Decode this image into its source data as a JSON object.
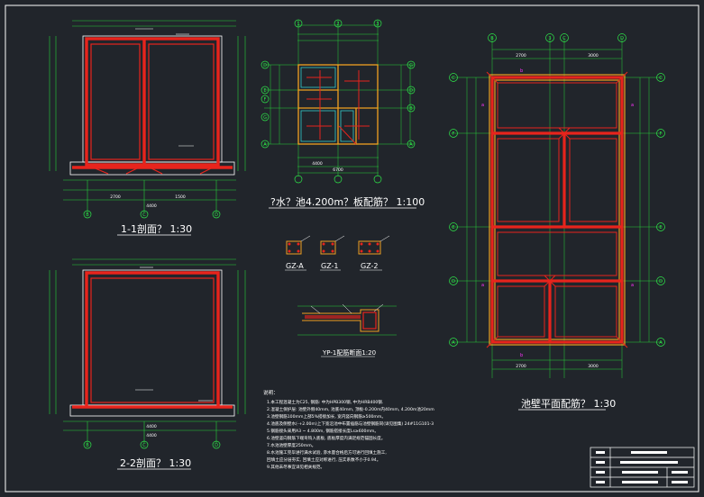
{
  "colors": {
    "background": "#21252b",
    "frame": "#ffffff",
    "rebar": "#e8241c",
    "concrete": "#f0a020",
    "dimension": "#26d13a",
    "axis": "#2ee84a",
    "text": "#ffffff",
    "magenta": "#ff33ff",
    "cyan": "#33cccc"
  },
  "titles": {
    "section_1": "1-1剖面？ 1:30",
    "section_2": "2-2剖面？ 1:30",
    "top_plan": "?水？池4.200m？板配筋？ 1:100",
    "wall_plan": "池壁平面配筋？ 1:30",
    "beam_detail": "YP-1配筋断面1:20"
  },
  "column_labels": [
    "GZ-A",
    "GZ-1",
    "GZ-2"
  ],
  "axes": {
    "section_1": [
      "B",
      "C",
      "D"
    ],
    "section_2": [
      "B",
      "C",
      "D"
    ],
    "top_plan_top": [
      "1",
      "2",
      "3"
    ],
    "top_plan_left": [
      "D",
      "E",
      "F",
      "G",
      "A"
    ],
    "top_plan_right": [
      "G",
      "D",
      "B",
      "A"
    ],
    "wall_plan_top": [
      "B",
      "3",
      "C",
      "D"
    ],
    "wall_plan_left": [
      "C",
      "F",
      "E",
      "D",
      "A"
    ],
    "wall_plan_right": [
      "C",
      "F",
      "E",
      "D",
      "A"
    ]
  },
  "dims": {
    "section_1_bottom": [
      "2700",
      "1500",
      "4400"
    ],
    "section_2_bottom": [
      "4400",
      "4400"
    ],
    "top_plan_bottom": [
      "4400",
      "6700"
    ],
    "wall_plan_top": [
      "2700",
      "3000"
    ],
    "wall_plan_bottom": [
      "2700",
      "3000"
    ]
  },
  "notes": {
    "heading": "说明：",
    "lines": [
      "1.本工程混凝土为C25, 钢筋: 中为HPB300钢, 中为HRB400钢.",
      "2.混凝土保护层: 池壁外侧40mm, 池底40mm, 顶板-0.200m内40mm, 4.200m池20mm",
      "3.池壁钢筋100mm上部5%搭接加长, 宽内竖向钢筋≥500mm。",
      "4.池底及侧壁水(-+2.00m)上下宽沿池中布置插筋与池壁钢筋同(详见图集)  24#11G101-3",
      "5.钢筋接头采用A3 ~ 4.800m, 钢筋搭接长度Ls≥600mm。",
      "6.池壁竖向钢筋下端弯钩入底板, 底板厚度内满足规范锚固长度。",
      "7.水池池壁厚度250mm。",
      "8.水池施工完毕进行满水试验, 渗水量合格后方可进行回填土施工,",
      "  回填土应分层夯实, 回填土应对称进行, 压实系数不小于0.94。",
      "9.其他未尽事宜详见相关规范。"
    ]
  },
  "title_block": {
    "rows": [
      "",
      "",
      "",
      ""
    ]
  }
}
